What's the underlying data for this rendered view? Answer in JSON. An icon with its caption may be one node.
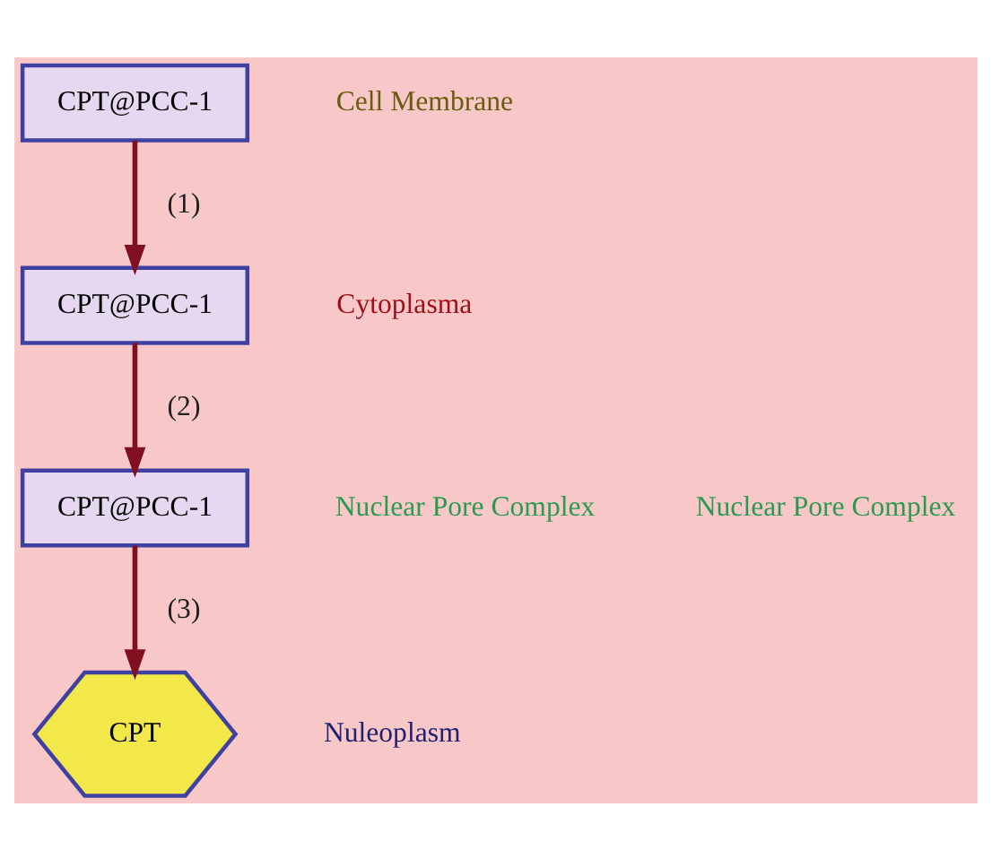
{
  "diagram": {
    "nodes": [
      {
        "text": [
          "CPT@PCC-1"
        ]
      },
      {
        "text": [
          "CPT@PCC-1"
        ]
      },
      {
        "text": [
          "CPT@PCC-1"
        ]
      },
      {
        "text": [
          "CPT"
        ]
      }
    ],
    "edges": [
      {
        "from": 0,
        "to": 1,
        "arrow": "to",
        "label": "(1)"
      },
      {
        "from": 1,
        "to": 2,
        "arrow": "to",
        "label": "(2)"
      },
      {
        "from": 2,
        "to": 3,
        "arrow": "to",
        "label": "(3)"
      }
    ],
    "labels": [
      "Cell Membrane",
      "Cytoplasma",
      "Nuclear Pore Complex",
      "Nuclear Pore Complex",
      "Nuleoplasm"
    ]
  }
}
